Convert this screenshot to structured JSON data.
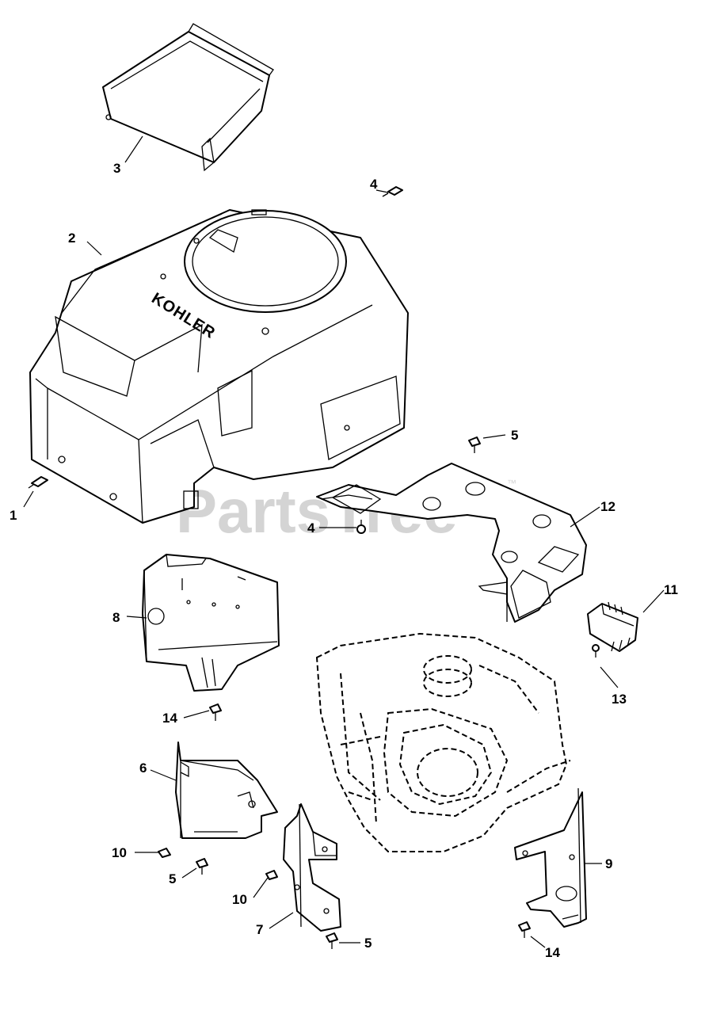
{
  "diagram": {
    "brand_logo": "KOHLER",
    "watermark": {
      "text": "PartsTree",
      "trademark": "™"
    },
    "callouts": {
      "c1": "1",
      "c2": "2",
      "c3": "3",
      "c4a": "4",
      "c4b": "4",
      "c5a": "5",
      "c5b": "5",
      "c5c": "5",
      "c6": "6",
      "c7": "7",
      "c8": "8",
      "c9": "9",
      "c10a": "10",
      "c10b": "10",
      "c11": "11",
      "c12": "12",
      "c13": "13",
      "c14a": "14",
      "c14b": "14"
    }
  }
}
